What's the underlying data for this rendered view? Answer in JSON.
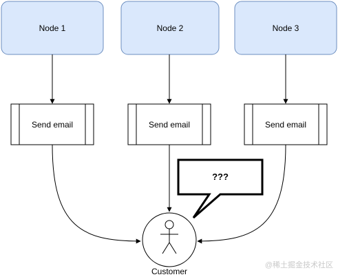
{
  "nodes": [
    {
      "label": "Node 1"
    },
    {
      "label": "Node 2"
    },
    {
      "label": "Node 3"
    }
  ],
  "processes": [
    {
      "label": "Send email"
    },
    {
      "label": "Send email"
    },
    {
      "label": "Send email"
    }
  ],
  "callout": {
    "text": "???"
  },
  "actor": {
    "label": "Customer"
  },
  "watermark": {
    "text": "@稀土掘金技术社区"
  },
  "colors": {
    "node_fill": "#dae8fc",
    "node_stroke": "#6c8ebf",
    "line": "#000000",
    "watermark": "#c9c9c9"
  }
}
